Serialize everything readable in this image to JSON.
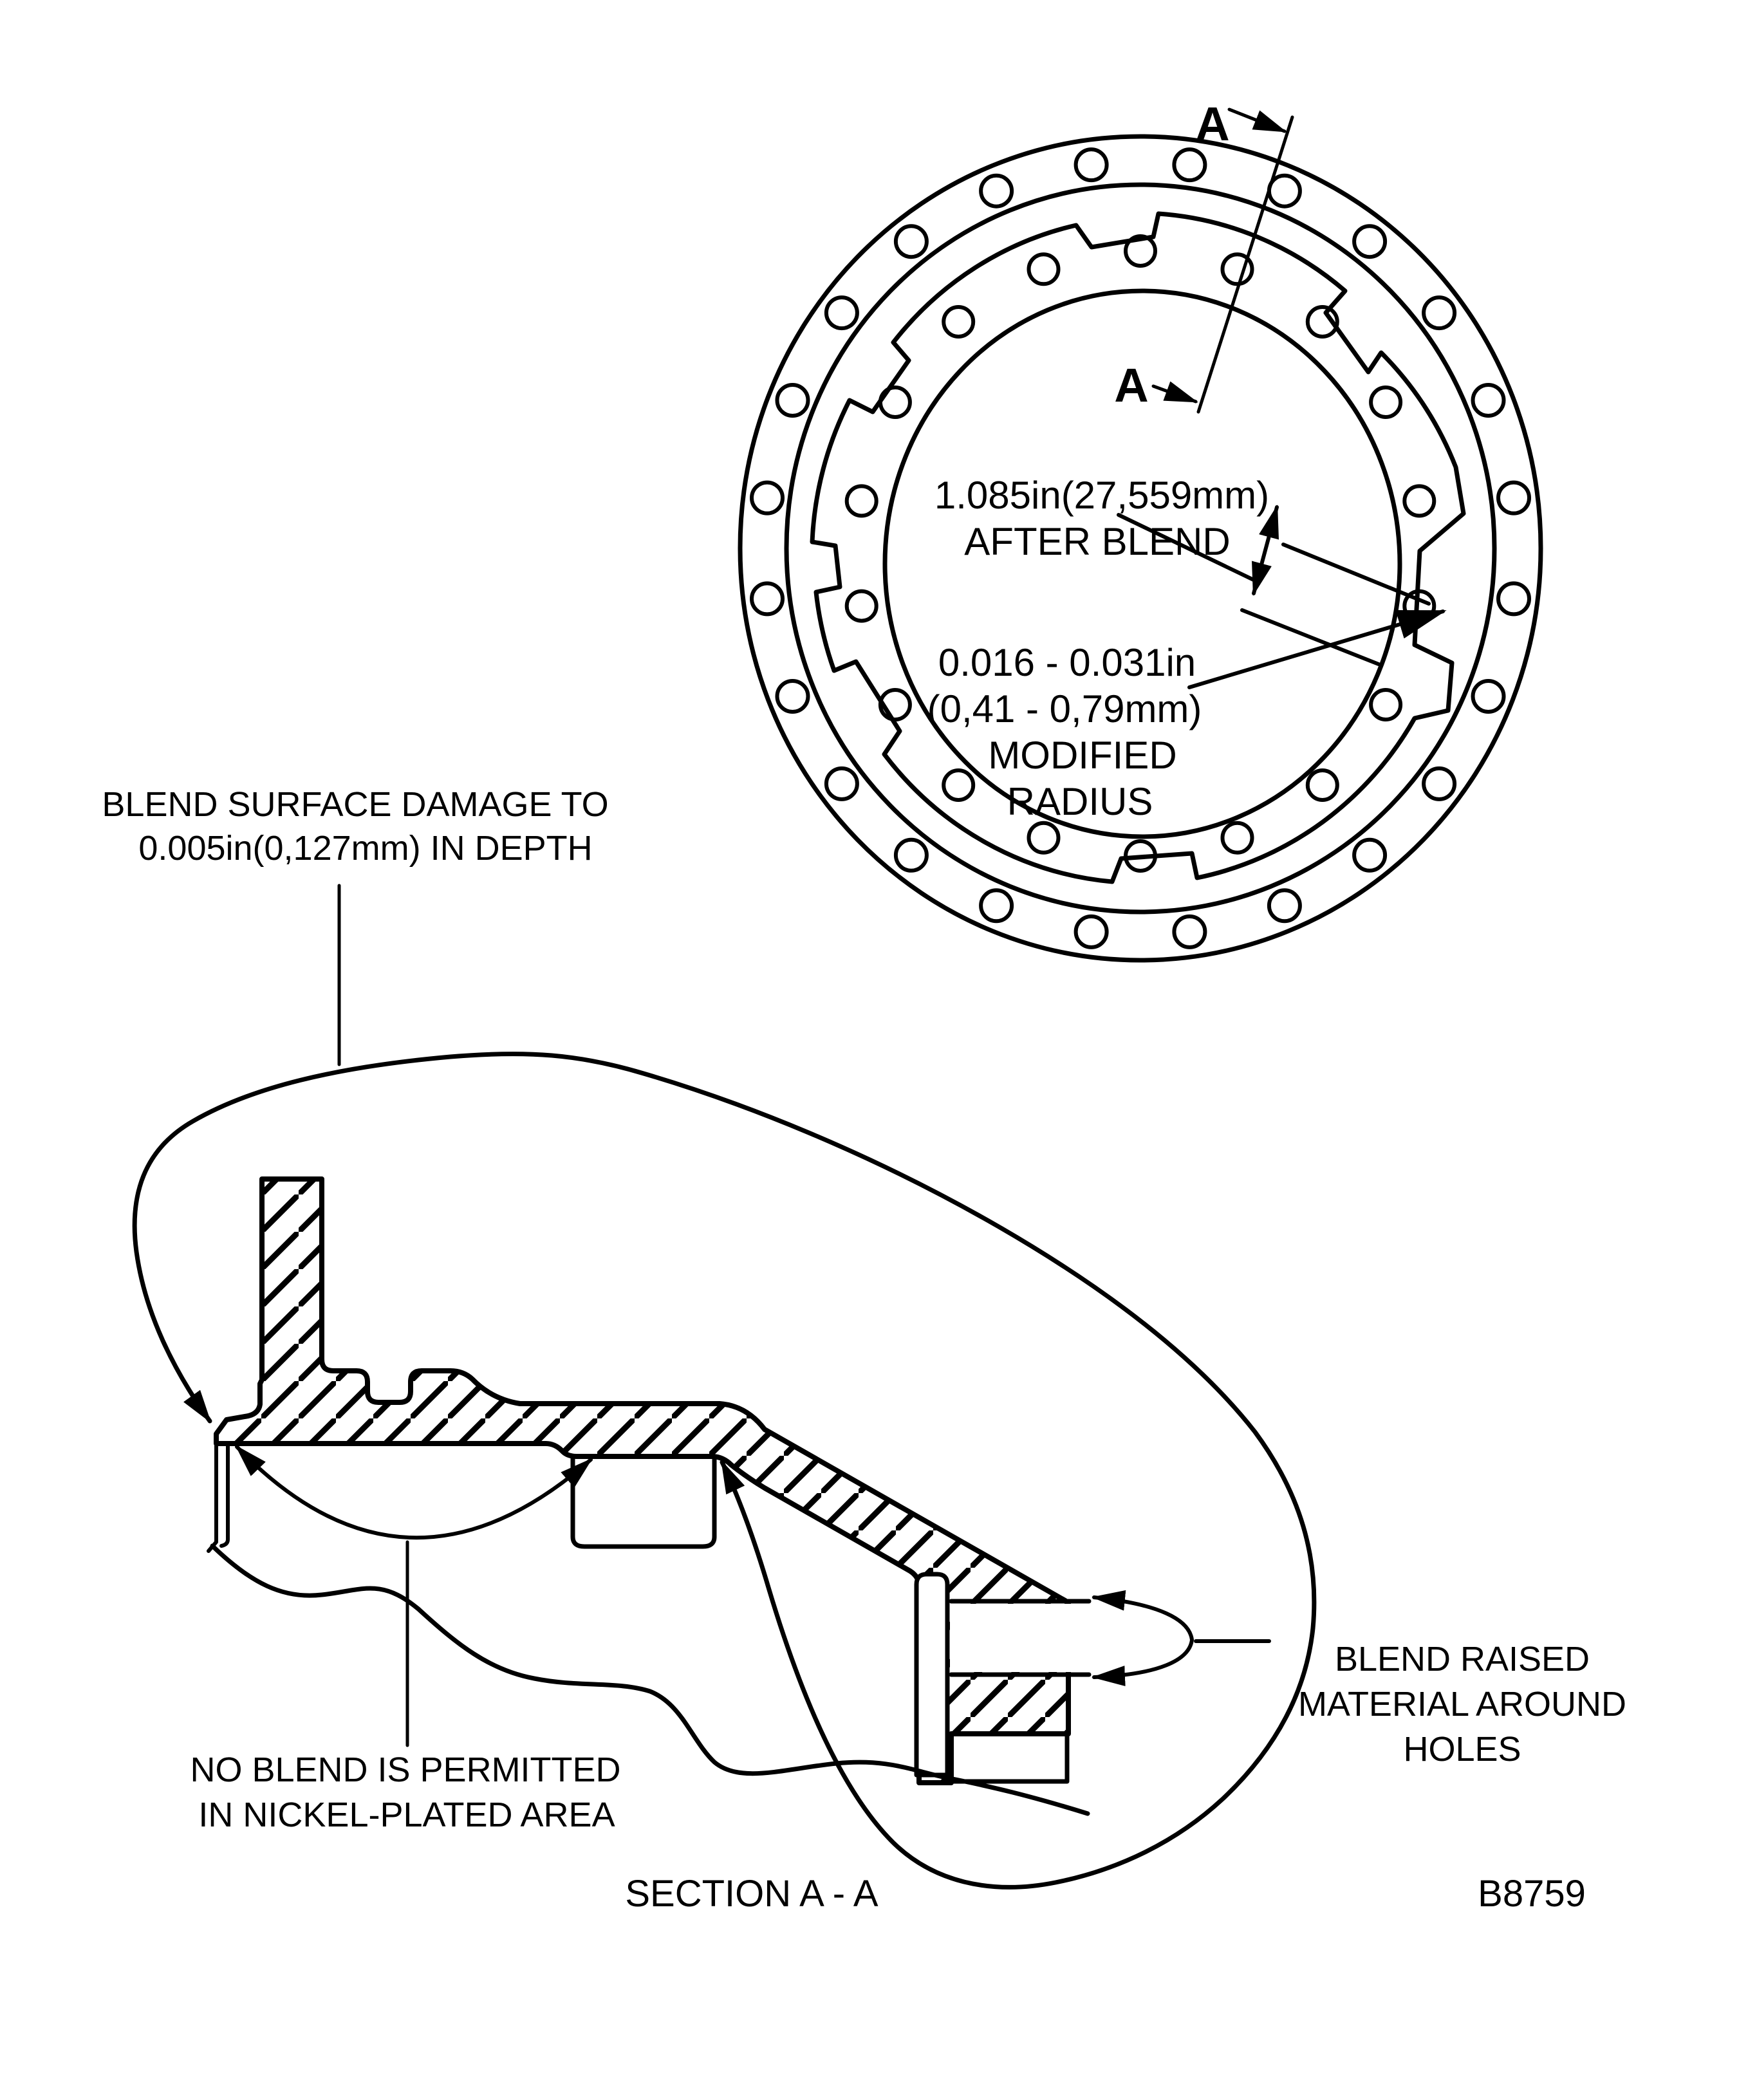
{
  "figure": {
    "drawing_number": "B8759",
    "section_title": "SECTION A - A",
    "section_marker": "A",
    "colors": {
      "ink": "#000000",
      "paper": "#ffffff"
    },
    "top_view": {
      "after_blend_line1": "1.085in(27,559mm)",
      "after_blend_line2": "AFTER BLEND",
      "modified_radius_line1": "0.016 - 0.031in",
      "modified_radius_line2": "(0,41 - 0,79mm)",
      "modified_radius_line3": "MODIFIED",
      "modified_radius_line4": "RADIUS"
    },
    "callouts": {
      "blend_surface_line1": "BLEND SURFACE DAMAGE TO",
      "blend_surface_line2": "0.005in(0,127mm) IN DEPTH",
      "no_blend_line1": "NO BLEND IS PERMITTED",
      "no_blend_line2": "IN NICKEL-PLATED AREA",
      "blend_raised_line1": "BLEND RAISED",
      "blend_raised_line2": "MATERIAL AROUND",
      "blend_raised_line3": "HOLES"
    }
  }
}
